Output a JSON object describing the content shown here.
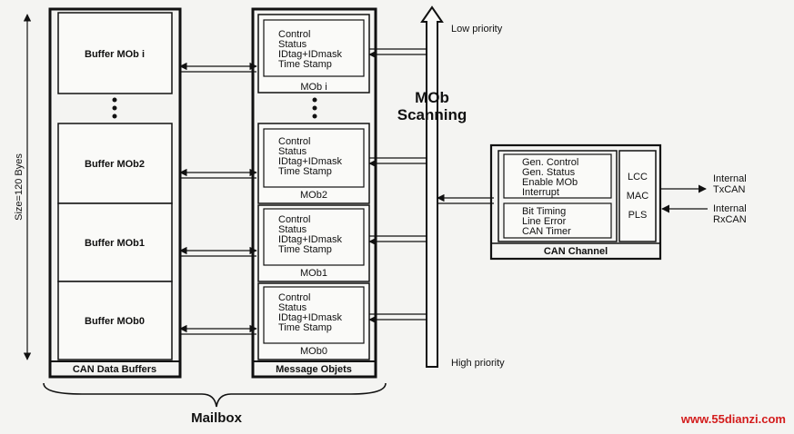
{
  "size_label": "Size=120 Byes",
  "buffers": [
    {
      "label": "Buffer MOb i"
    },
    {
      "label": "Buffer MOb2"
    },
    {
      "label": "Buffer MOb1"
    },
    {
      "label": "Buffer MOb0"
    }
  ],
  "buffers_footer": "CAN Data Buffers",
  "mobs": [
    {
      "fields": [
        "Control",
        "Status",
        "IDtag+IDmask",
        "Time Stamp"
      ],
      "name": "MOb i"
    },
    {
      "fields": [
        "Control",
        "Status",
        "IDtag+IDmask",
        "Time Stamp"
      ],
      "name": "MOb2"
    },
    {
      "fields": [
        "Control",
        "Status",
        "IDtag+IDmask",
        "Time Stamp"
      ],
      "name": "MOb1"
    },
    {
      "fields": [
        "Control",
        "Status",
        "IDtag+IDmask",
        "Time Stamp"
      ],
      "name": "MOb0"
    }
  ],
  "mobs_footer": "Message Objets",
  "scanning": {
    "line1": "MOb",
    "line2": "Scanning",
    "low": "Low priority",
    "high": "High priority"
  },
  "mailbox": "Mailbox",
  "can_channel": {
    "group1": [
      "Gen. Control",
      "Gen. Status",
      "Enable MOb",
      "Interrupt"
    ],
    "group2": [
      "Bit Timing",
      "Line Error",
      "CAN Timer"
    ],
    "blocks": [
      "LCC",
      "MAC",
      "PLS"
    ],
    "title": "CAN Channel"
  },
  "tx": {
    "line1": "Internal",
    "line2": "TxCAN"
  },
  "rx": {
    "line1": "Internal",
    "line2": "RxCAN"
  },
  "watermark": "www.55dianzi.com"
}
